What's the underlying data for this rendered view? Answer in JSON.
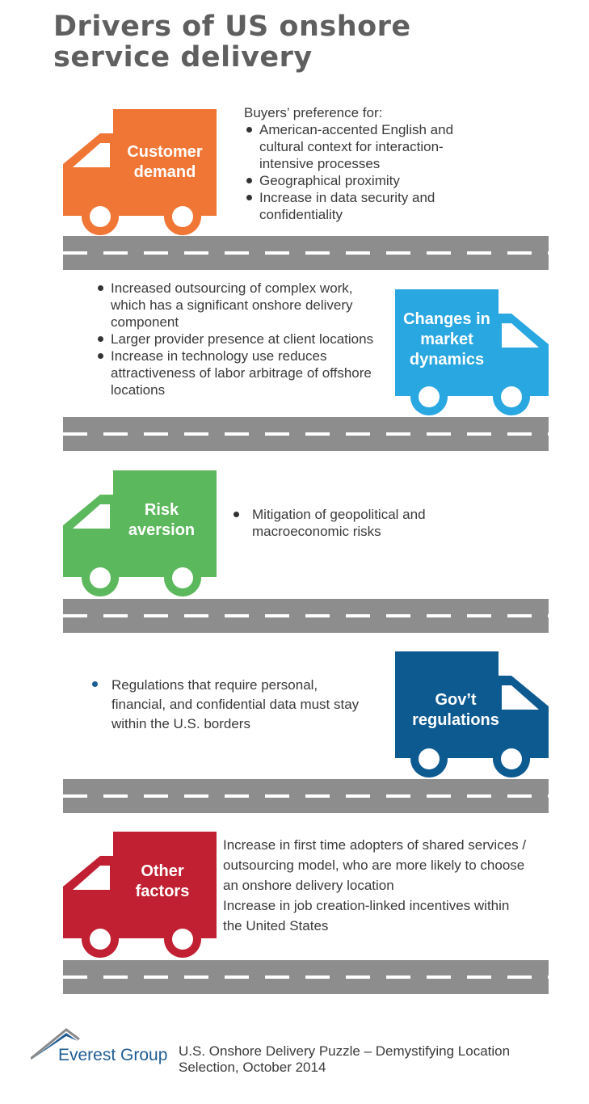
{
  "title": {
    "line1": "Drivers of US onshore",
    "line2": "service delivery"
  },
  "drivers": [
    {
      "label_lines": [
        "Customer",
        "demand"
      ],
      "color": "#f07636",
      "heading": "Buyers’ preference for:",
      "bullets": [
        "American-accented English and cultural context for interaction-intensive processes",
        "Geographical proximity",
        "Increase in data security and confidentiality"
      ]
    },
    {
      "label_lines": [
        "Changes in",
        "market",
        "dynamics"
      ],
      "color": "#29a7e1",
      "bullets": [
        "Increased outsourcing of complex work, which has a significant onshore delivery component",
        "Larger provider presence at client locations",
        "Increase in technology use reduces attractiveness of labor arbitrage of offshore locations"
      ]
    },
    {
      "label_lines": [
        "Risk",
        "aversion"
      ],
      "color": "#5cb85c",
      "bullets": [
        "Mitigation of geopolitical and macroeconomic risks"
      ]
    },
    {
      "label_lines": [
        "Gov’t",
        "regulations"
      ],
      "color": "#0d5a91",
      "bullets": [
        "Regulations that require personal, financial, and confidential data must stay within the U.S. borders"
      ]
    },
    {
      "label_lines": [
        "Other",
        "factors"
      ],
      "color": "#c02032",
      "bullets": [
        "Increase in first time adopters of shared services / outsourcing model, who are more likely to choose an onshore delivery location",
        "Increase in job creation-linked incentives within the United States"
      ]
    }
  ],
  "colors": {
    "road": "#8d8d8d",
    "title": "#5f5f5f",
    "logo": "#1f5d93"
  },
  "footer": {
    "logo_text": "Everest Group",
    "source_line1": "U.S. Onshore Delivery Puzzle – Demystifying Location",
    "source_line2": "Selection, October 2014"
  }
}
